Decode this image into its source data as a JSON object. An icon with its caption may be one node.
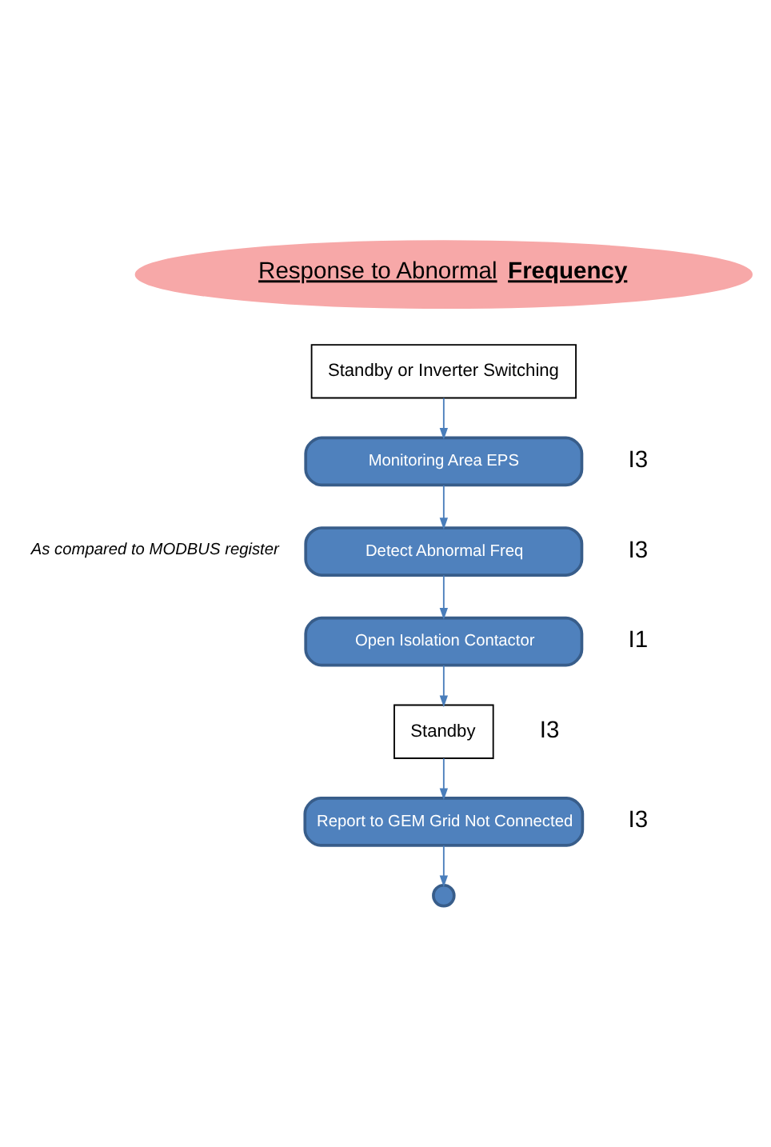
{
  "diagram": {
    "nodes": [
      {
        "text": [
          "Response to Abnormal **Frequency**"
        ]
      },
      {
        "text": [
          "Standby or Inverter Switching"
        ]
      },
      {
        "text": [
          "Monitoring Area EPS"
        ],
        "beside": [
          "I3"
        ]
      },
      {
        "text": [
          "Detect Abnormal Freq"
        ],
        "beside": [
          "I3"
        ]
      },
      {
        "text": [
          "Open Isolation Contactor"
        ],
        "beside": [
          "I1"
        ]
      },
      {
        "text": [
          "Standby"
        ],
        "beside": [
          "I3"
        ]
      },
      {
        "text": [
          "Report to GEM Grid Not Connected"
        ],
        "beside": [
          "I3"
        ]
      },
      {
        "text": [],
        "shape": "circle"
      }
    ],
    "edges": [
      {
        "from": 1,
        "to": 2,
        "arrow": "to"
      },
      {
        "from": 2,
        "to": 3,
        "arrow": "to"
      },
      {
        "from": 3,
        "to": 4,
        "arrow": "to"
      },
      {
        "from": 4,
        "to": 5,
        "arrow": "to"
      },
      {
        "from": 5,
        "to": 6,
        "arrow": "to"
      },
      {
        "from": 6,
        "to": 7,
        "arrow": "to"
      }
    ],
    "labels": [
      "As compared to MODBUS register"
    ]
  }
}
